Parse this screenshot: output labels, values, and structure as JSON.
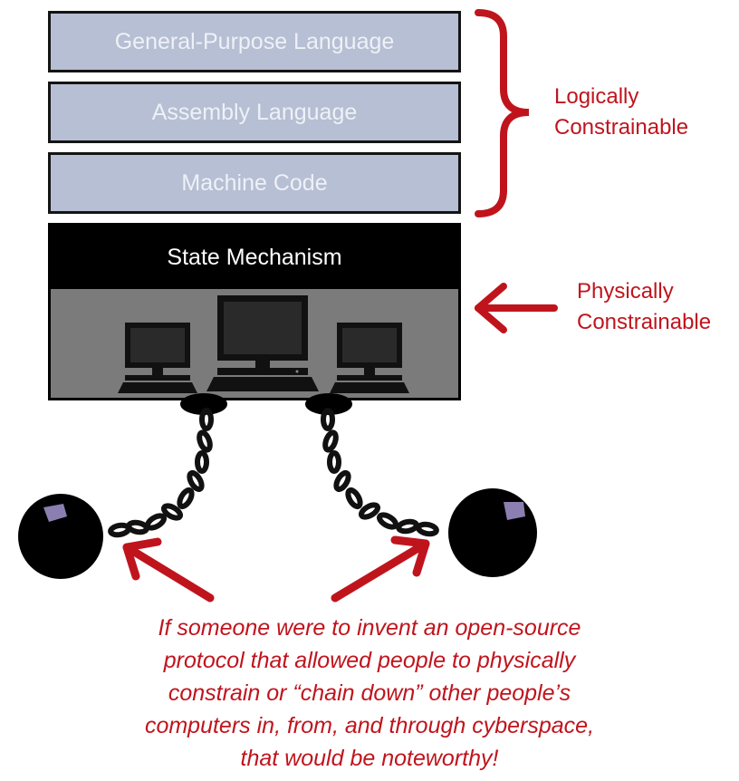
{
  "stack": {
    "layers": [
      {
        "label": "General-Purpose Language"
      },
      {
        "label": "Assembly Language"
      },
      {
        "label": "Machine Code"
      }
    ],
    "state_mechanism": {
      "label": "State Mechanism"
    }
  },
  "annotations": {
    "logical": {
      "line1": "Logically",
      "line2": "Constrainable"
    },
    "physical": {
      "line1": "Physically",
      "line2": "Constrainable"
    }
  },
  "note": {
    "lines": [
      "If someone were to invent an open-source",
      "protocol that allowed people to physically",
      "constrain or “chain down” other people’s",
      "computers in, from, and through cyberspace,",
      "that would be noteworthy!"
    ]
  },
  "colors": {
    "accent": "#c0141d",
    "layer_fill": "#b6bfd3",
    "state_header": "#000000",
    "state_body": "#7b7b7b"
  },
  "icons": [
    "computer-monitor-icon",
    "ball-and-chain-icon",
    "arrow-icon",
    "curly-brace-icon"
  ]
}
